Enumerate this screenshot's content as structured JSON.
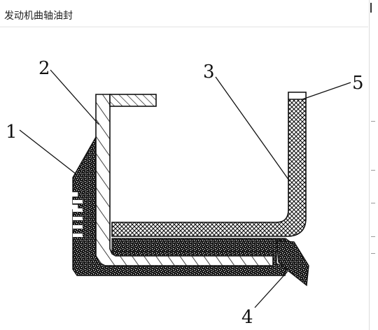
{
  "header": {
    "title": "发动机曲轴油封"
  },
  "diagram": {
    "labels": [
      "1",
      "2",
      "3",
      "4",
      "5"
    ]
  }
}
